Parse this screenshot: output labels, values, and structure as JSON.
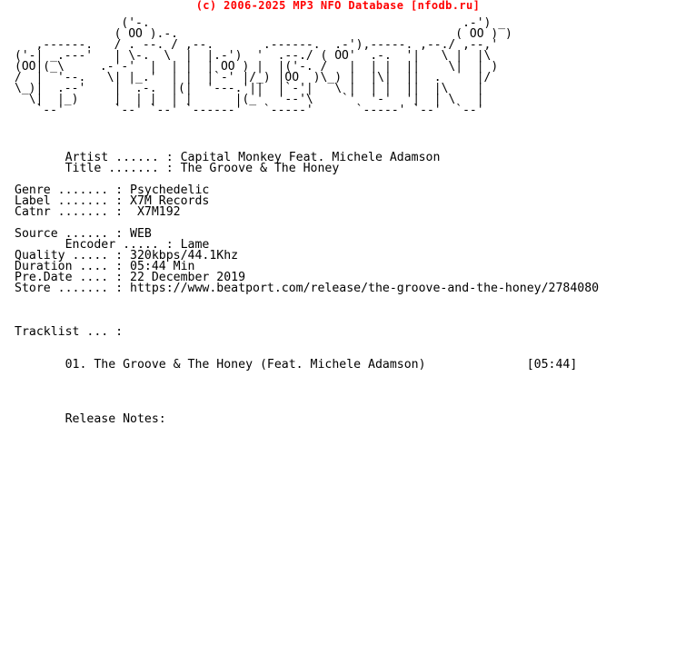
{
  "banner": "(c) 2006-2025 MP3 NFO Database [nfodb.ru]",
  "ascii_art": [
    "               ('-.                                            .-') _",
    "              ( OO ).-.                                       ( OO ) )",
    "   ,------.   / . --. / ,--.       .------.  .-'),-----. ,--./ ,--,'",
    "('-| _.---'   | \\-.  \\  |  |.-')  '  .--./ ( OO'  .-.  '|   \\ |  |\\",
    "(OO|(_\\     .-'-'  |  | |  | OO ) |  |('-. /   |  | |  ||    \\|  | )",
    "/  |  '--.   \\| |_.'  | |  |`-' |/_) |OO  )\\_) |  |\\|  ||  .     |/",
    "\\_)|  .--'    |  .-.  |(|  '---.'||  |`-'|   \\ |  | |  ||  |\\    |",
    "  \\|  |_)     |  | |  | |      |(_'  '--'\\    `'  '-'  '|  | \\   |",
    "   `--'       `--' `--' `------'   `-----'      `-----' `--'  `--'"
  ],
  "fields": {
    "artist": "       Artist ...... : Capital Monkey Feat. Michele Adamson",
    "title": "       Title ....... : The Groove & The Honey",
    "genre": "Genre ....... : Psychedelic",
    "label": "Label ....... : X7M Records",
    "catnr": "Catnr ....... :  X7M192",
    "source": "Source ...... : WEB",
    "encoder": "       Encoder ..... : Lame",
    "quality": "Quality ..... : 320kbps/44.1Khz",
    "duration": "Duration .... : 05:44 Min",
    "predate": "Pre.Date .... : 22 December 2019",
    "store": "Store ....... : https://www.beatport.com/release/the-groove-and-the-honey/2784080",
    "tracklist_heading": "Tracklist ... :",
    "track_01": "       01. The Groove & The Honey (Feat. Michele Adamson)              [05:44]",
    "release_notes": "       Release Notes:"
  }
}
